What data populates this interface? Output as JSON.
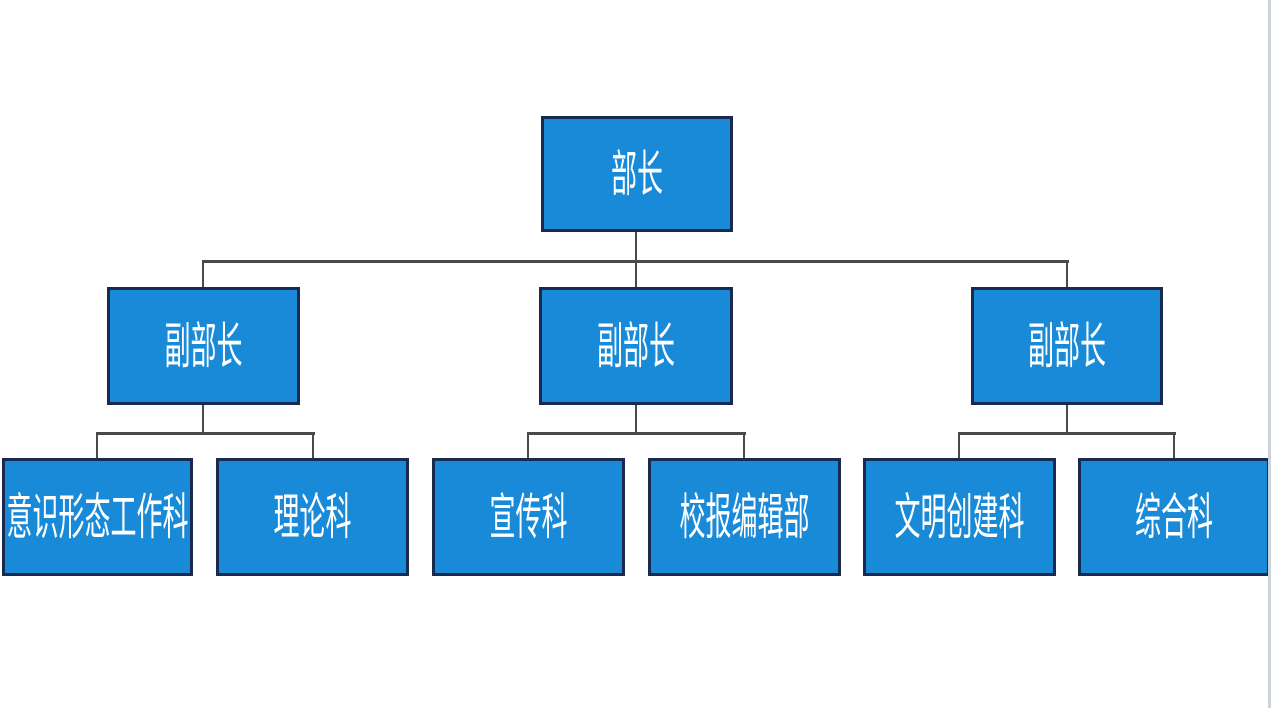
{
  "diagram": {
    "type": "org-chart",
    "root": {
      "label": "部长",
      "children": [
        {
          "label": "副部长",
          "children": [
            {
              "label": "意识形态工作科"
            },
            {
              "label": "理论科"
            }
          ]
        },
        {
          "label": "副部长",
          "children": [
            {
              "label": "宣传科"
            },
            {
              "label": "校报编辑部"
            }
          ]
        },
        {
          "label": "副部长",
          "children": [
            {
              "label": "文明创建科"
            },
            {
              "label": "综合科"
            }
          ]
        }
      ]
    }
  },
  "colors": {
    "node_fill": "#188AD8",
    "node_border": "#1A2A4E",
    "node_text": "#FFFFFF",
    "connector": "#4A4A4A",
    "window_edge": "#CBD3DA"
  }
}
